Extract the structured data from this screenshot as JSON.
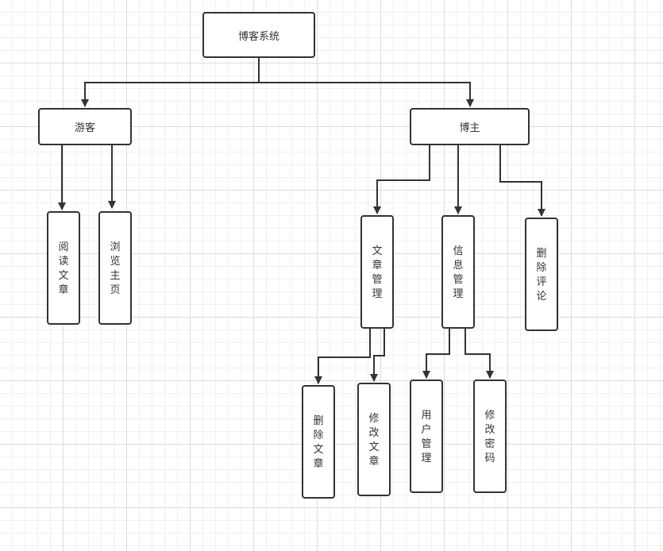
{
  "nodes": {
    "root": "博客系统",
    "visitor": "游客",
    "blogger": "博主",
    "read_article": "阅读文章",
    "browse_home": "浏览主页",
    "article_mgmt": "文章管理",
    "info_mgmt": "信息管理",
    "delete_comment": "删除评论",
    "delete_article": "删除文章",
    "edit_article": "修改文章",
    "user_mgmt": "用户管理",
    "change_password": "修改密码"
  },
  "edges": [
    [
      "root",
      "visitor"
    ],
    [
      "root",
      "blogger"
    ],
    [
      "visitor",
      "read_article"
    ],
    [
      "visitor",
      "browse_home"
    ],
    [
      "blogger",
      "article_mgmt"
    ],
    [
      "blogger",
      "info_mgmt"
    ],
    [
      "blogger",
      "delete_comment"
    ],
    [
      "article_mgmt",
      "delete_article"
    ],
    [
      "article_mgmt",
      "edit_article"
    ],
    [
      "info_mgmt",
      "user_mgmt"
    ],
    [
      "info_mgmt",
      "change_password"
    ]
  ],
  "colors": {
    "stroke": "#333333",
    "fill": "#ffffff",
    "grid": "#dcdcdc"
  }
}
